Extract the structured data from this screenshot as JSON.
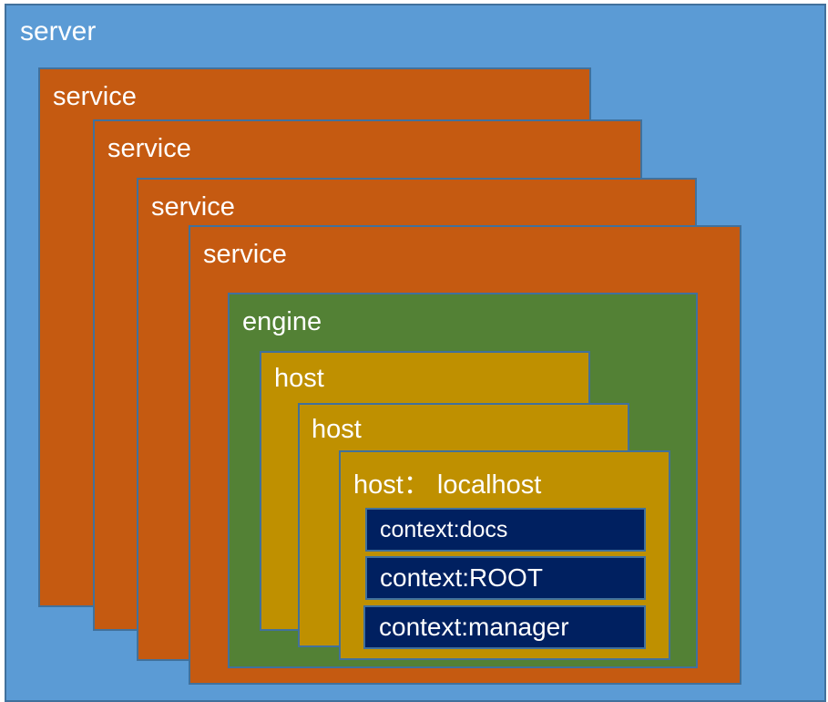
{
  "diagram": {
    "server_label": "server",
    "services": [
      "service",
      "service",
      "service",
      "service"
    ],
    "engine_label": "engine",
    "hosts": [
      "host",
      "host",
      "host： localhost"
    ],
    "contexts": [
      "context:docs",
      "context:ROOT",
      "context:manager"
    ]
  },
  "colors": {
    "server": "#5b9bd5",
    "service": "#c55a11",
    "engine": "#538135",
    "host": "#bf9000",
    "context": "#002060",
    "border": "#41719c",
    "text": "#ffffff"
  }
}
